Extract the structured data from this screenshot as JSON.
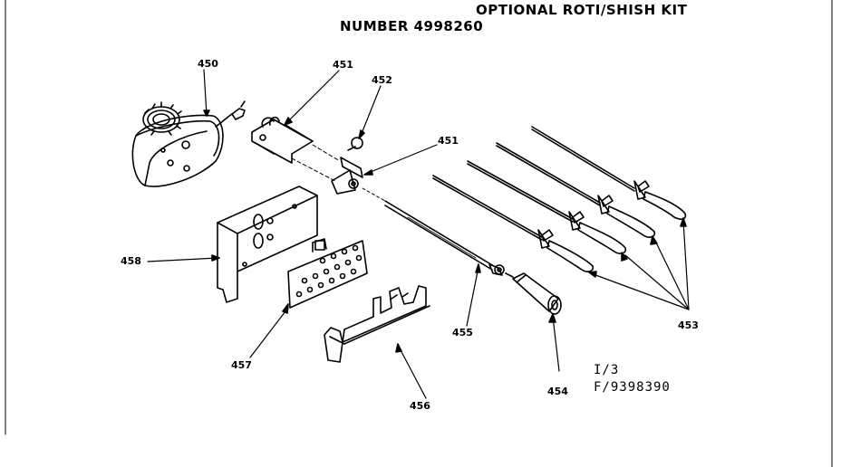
{
  "title": {
    "line1": "OPTIONAL ROTI/SHISH KIT",
    "line2": "NUMBER 4998260"
  },
  "parts": {
    "p450": "450",
    "p451a": "451",
    "p452": "452",
    "p451b": "451",
    "p458": "458",
    "p457": "457",
    "p456": "456",
    "p455": "455",
    "p454": "454",
    "p453": "453"
  },
  "page_ref": "I/3",
  "figure_number": "F/9398390",
  "colors": {
    "ink": "#000000",
    "paper": "#ffffff"
  }
}
